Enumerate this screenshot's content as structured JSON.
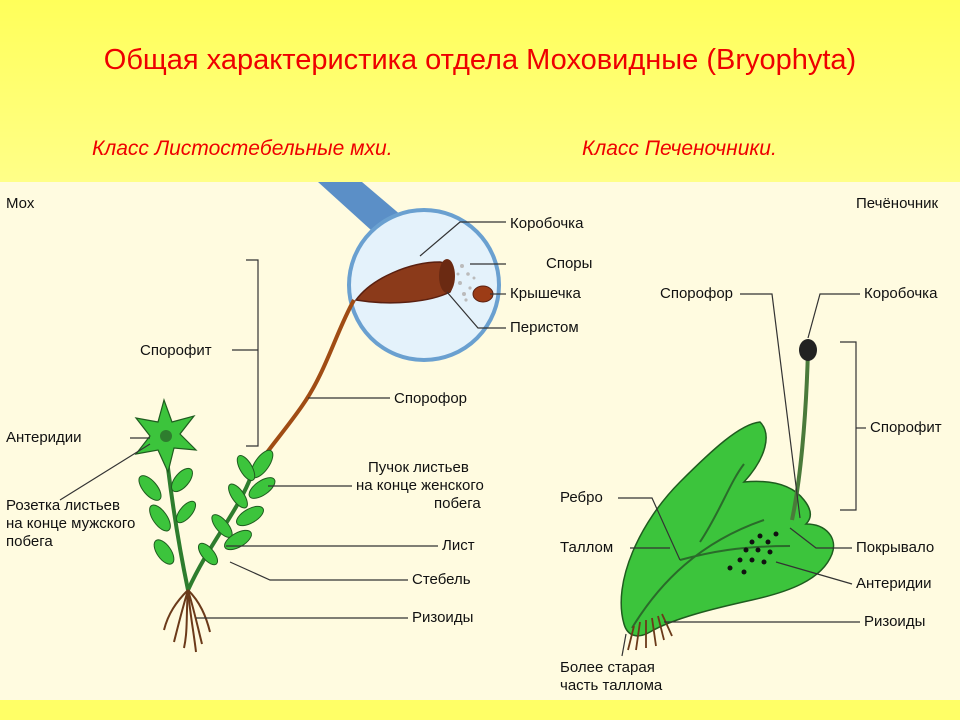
{
  "slide": {
    "title": "Общая характеристика отдела Моховидные (Bryophyta)",
    "class_left": "Класс Листостебельные мхи.",
    "class_right": "Класс Печеночники."
  },
  "colors": {
    "background": "#ffff66",
    "title_text": "#ee0000",
    "figure_bg": "#fffbe0",
    "leaf_green": "#3cc43c",
    "dark_green": "#2e7d2e",
    "capsule_brown": "#8b3a1a",
    "lens_blue": "#6aa0d0"
  },
  "moss": {
    "name": "Мох",
    "labels": {
      "capsule": "Коробочка",
      "spores": "Споры",
      "lid": "Крышечка",
      "peristome": "Перистом",
      "sporophyte": "Спорофит",
      "sporophore": "Спорофор",
      "antheridia": "Антеридии",
      "male_rosette_1": "Розетка листьев",
      "male_rosette_2": "на конце мужского",
      "male_rosette_3": "побега",
      "female_tuft_1": "Пучок листьев",
      "female_tuft_2": "на конце женского",
      "female_tuft_3": "побега",
      "leaf": "Лист",
      "stem": "Стебель",
      "rhizoids": "Ризоиды"
    }
  },
  "liverwort": {
    "name": "Печёночник",
    "labels": {
      "sporophore": "Спорофор",
      "capsule": "Коробочка",
      "sporophyte": "Спорофит",
      "rib": "Ребро",
      "thallus": "Таллом",
      "cover": "Покрывало",
      "antheridia": "Антеридии",
      "rhizoids": "Ризоиды",
      "older_thallus_1": "Более старая",
      "older_thallus_2": "часть таллома"
    }
  }
}
